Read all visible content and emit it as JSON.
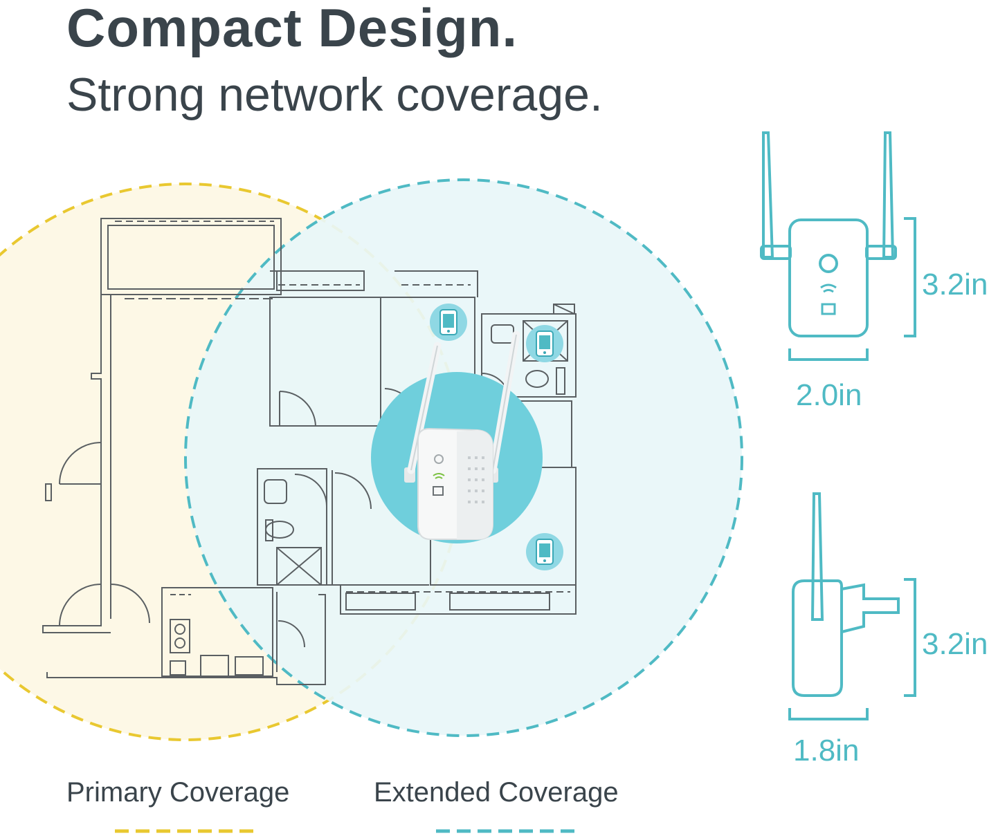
{
  "header": {
    "title": "Compact Design.",
    "subtitle": "Strong network coverage."
  },
  "dimensions": {
    "front_height": "3.2in",
    "front_width": "2.0in",
    "side_height": "3.2in",
    "side_depth": "1.8in"
  },
  "legend": {
    "primary_label": "Primary Coverage",
    "extended_label": "Extended Coverage"
  },
  "colors": {
    "primary": "#e9c830",
    "primary_fill": "#fdf8e6",
    "extended": "#4fbac4",
    "extended_fill": "#e8f6f9",
    "text": "#3a444b",
    "floorplan_line": "#5a5f62"
  },
  "icons": [
    "phone-icon",
    "wifi-icon",
    "power-icon",
    "ethernet-port-icon"
  ]
}
